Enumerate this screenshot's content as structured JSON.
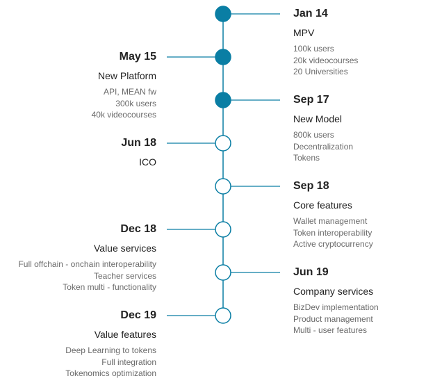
{
  "accent_color": "#0a7ea4",
  "milestones": [
    {
      "date": "Jan 14",
      "title": "MPV",
      "details": [
        "100k users",
        "20k videocourses",
        "20 Universities"
      ],
      "side": "right",
      "filled": true
    },
    {
      "date": "May 15",
      "title": "New Platform",
      "details": [
        "API, MEAN fw",
        "300k users",
        "40k videocourses"
      ],
      "side": "left",
      "filled": true
    },
    {
      "date": "Sep 17",
      "title": "New Model",
      "details": [
        "800k users",
        "Decentralization",
        "Tokens"
      ],
      "side": "right",
      "filled": true
    },
    {
      "date": "Jun 18",
      "title": "ICO",
      "details": [],
      "side": "left",
      "filled": false
    },
    {
      "date": "Sep 18",
      "title": "Core features",
      "details": [
        "Wallet management",
        "Token interoperability",
        "Active cryptocurrency"
      ],
      "side": "right",
      "filled": false
    },
    {
      "date": "Dec 18",
      "title": "Value services",
      "details": [
        "Full offchain - onchain interoperability",
        "Teacher services",
        "Token multi - functionality"
      ],
      "side": "left",
      "filled": false
    },
    {
      "date": "Jun 19",
      "title": "Company services",
      "details": [
        "BizDev implementation",
        "Product management",
        "Multi - user features"
      ],
      "side": "right",
      "filled": false
    },
    {
      "date": "Dec 19",
      "title": "Value features",
      "details": [
        "Deep Learning to tokens",
        "Full integration",
        "Tokenomics optimization"
      ],
      "side": "left",
      "filled": false
    }
  ]
}
